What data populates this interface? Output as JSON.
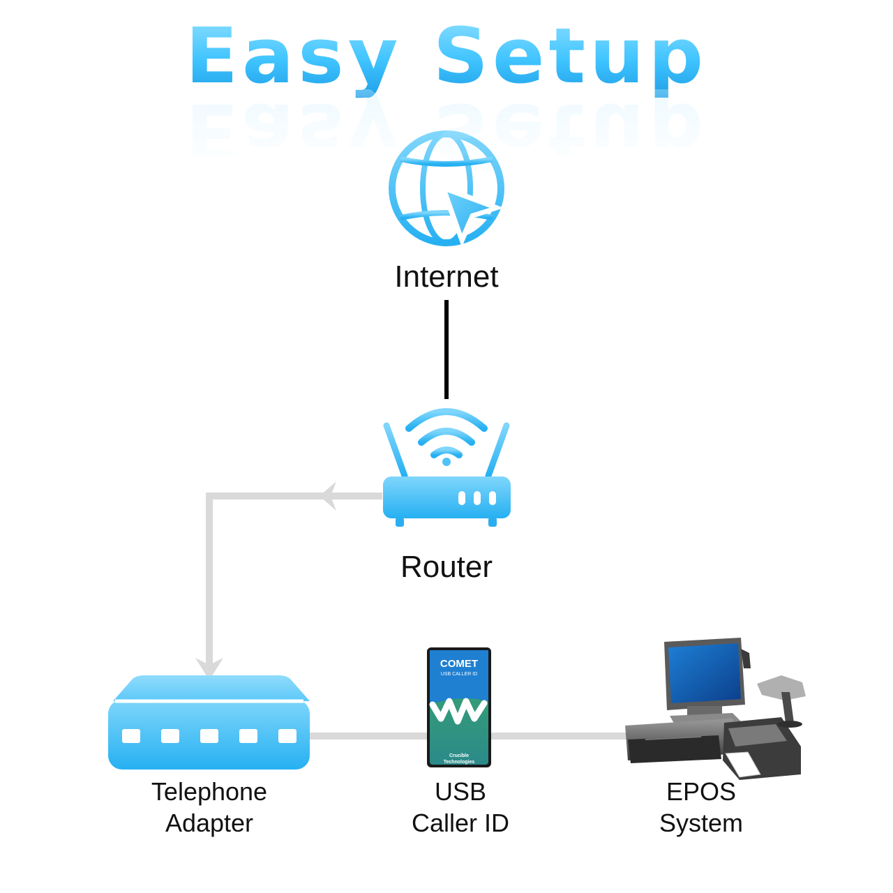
{
  "title": "Easy Setup",
  "nodes": {
    "internet": {
      "label": "Internet",
      "icon": "globe-cursor-icon"
    },
    "router": {
      "label": "Router",
      "icon": "wifi-router-icon"
    },
    "telephone_adapter": {
      "label_line1": "Telephone",
      "label_line2": "Adapter",
      "icon": "network-adapter-icon"
    },
    "usb_caller_id": {
      "label_line1": "USB",
      "label_line2": "Caller ID",
      "icon": "usb-caller-id-device",
      "device_brand": "COMET",
      "device_sub": "USB CALLER ID",
      "device_maker_line1": "Crucible",
      "device_maker_line2": "Technologies"
    },
    "epos_system": {
      "label_line1": "EPOS",
      "label_line2": "System",
      "icon": "pos-terminal-icon"
    }
  },
  "colors": {
    "accent_light": "#81d4fa",
    "accent": "#29b6f6",
    "connector_gray": "#d9d9d9",
    "connector_black": "#000000"
  }
}
